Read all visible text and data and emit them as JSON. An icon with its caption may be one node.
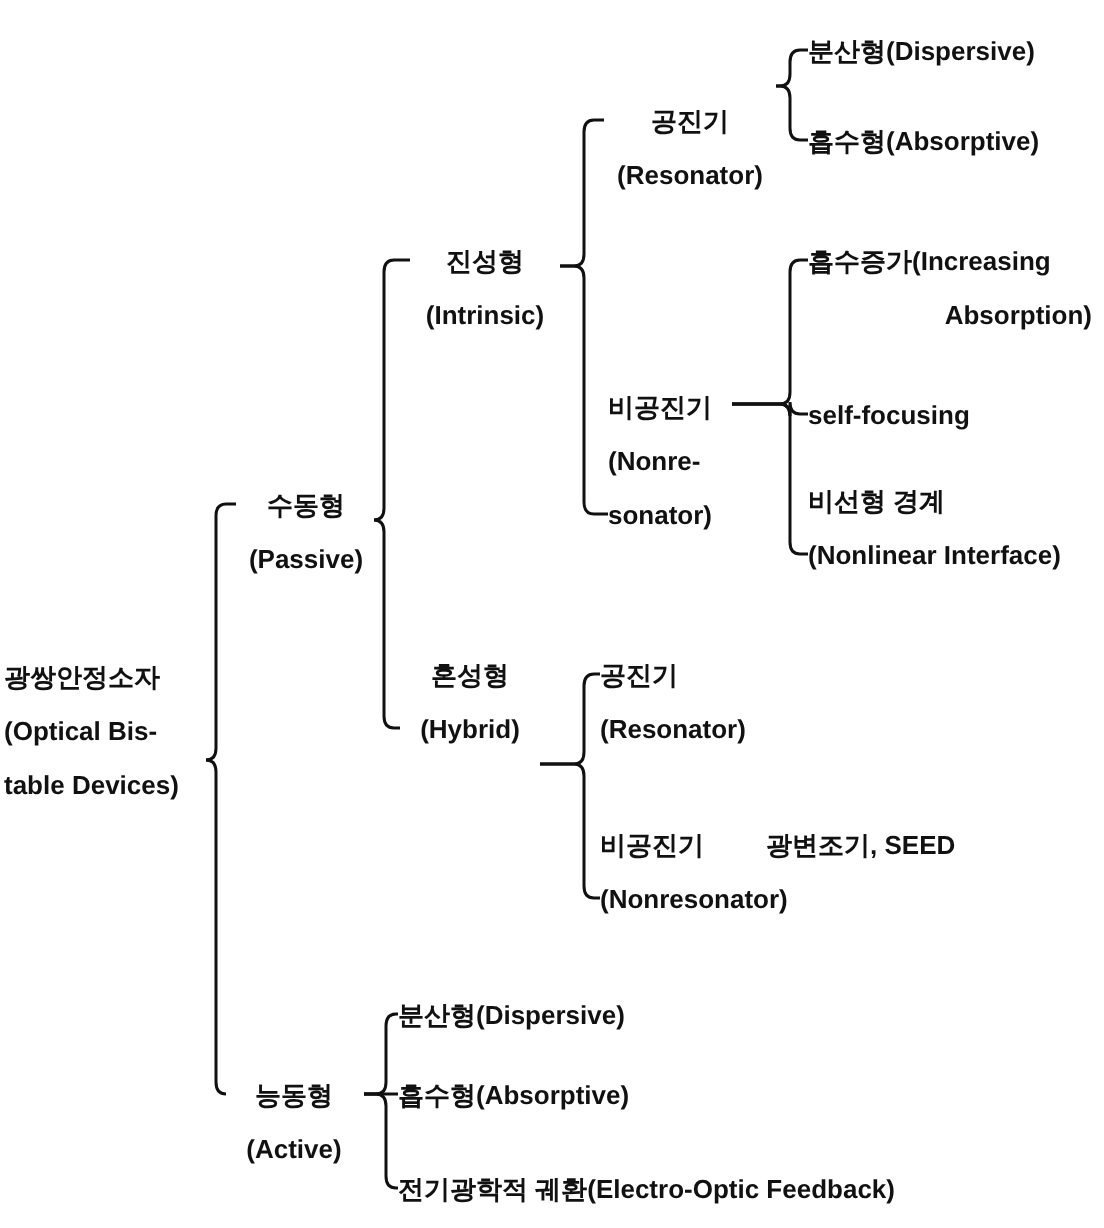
{
  "diagram": {
    "nodes": [
      {
        "text": [
          "광쌍안정소자",
          "(Optical Bis-table Devices)"
        ]
      },
      {
        "text": [
          "수동형",
          "(Passive)"
        ]
      },
      {
        "text": [
          "진성형",
          "(Intrinsic)"
        ]
      },
      {
        "text": [
          "공진기",
          "(Resonator)"
        ]
      },
      {
        "text": [
          "분산형(Dispersive)"
        ]
      },
      {
        "text": [
          "흡수형(Absorptive)"
        ]
      },
      {
        "text": [
          "비공진기",
          "(Nonre-sonator)"
        ]
      },
      {
        "text": [
          "흡수증가(Increasing Absorption)"
        ]
      },
      {
        "text": [
          "self-focusing"
        ]
      },
      {
        "text": [
          "비선형 경계",
          "(Nonlinear Interface)"
        ]
      },
      {
        "text": [
          "혼성형",
          "(Hybrid)"
        ]
      },
      {
        "text": [
          "공진기",
          "(Resonator)"
        ]
      },
      {
        "text": [
          "비공진기",
          "(Nonresonator)"
        ],
        "beside": [
          "광변조기, SEED"
        ]
      },
      {
        "text": [
          "능동형",
          "(Active)"
        ]
      },
      {
        "text": [
          "분산형(Dispersive)"
        ]
      },
      {
        "text": [
          "흡수형(Absorptive)"
        ]
      },
      {
        "text": [
          "전기광학적 궤환(Electro-Optic Feedback)"
        ]
      }
    ],
    "edges": [
      {
        "from": 0,
        "to": 1,
        "arrow": "none"
      },
      {
        "from": 0,
        "to": 13,
        "arrow": "none"
      },
      {
        "from": 1,
        "to": 2,
        "arrow": "none"
      },
      {
        "from": 1,
        "to": 10,
        "arrow": "none"
      },
      {
        "from": 2,
        "to": 3,
        "arrow": "none"
      },
      {
        "from": 2,
        "to": 6,
        "arrow": "none"
      },
      {
        "from": 3,
        "to": 4,
        "arrow": "none"
      },
      {
        "from": 3,
        "to": 5,
        "arrow": "none"
      },
      {
        "from": 6,
        "to": 7,
        "arrow": "none"
      },
      {
        "from": 6,
        "to": 8,
        "arrow": "none"
      },
      {
        "from": 6,
        "to": 9,
        "arrow": "none"
      },
      {
        "from": 10,
        "to": 11,
        "arrow": "none"
      },
      {
        "from": 10,
        "to": 12,
        "arrow": "none"
      },
      {
        "from": 13,
        "to": 14,
        "arrow": "none"
      },
      {
        "from": 13,
        "to": 15,
        "arrow": "none"
      },
      {
        "from": 13,
        "to": 16,
        "arrow": "none"
      }
    ]
  }
}
